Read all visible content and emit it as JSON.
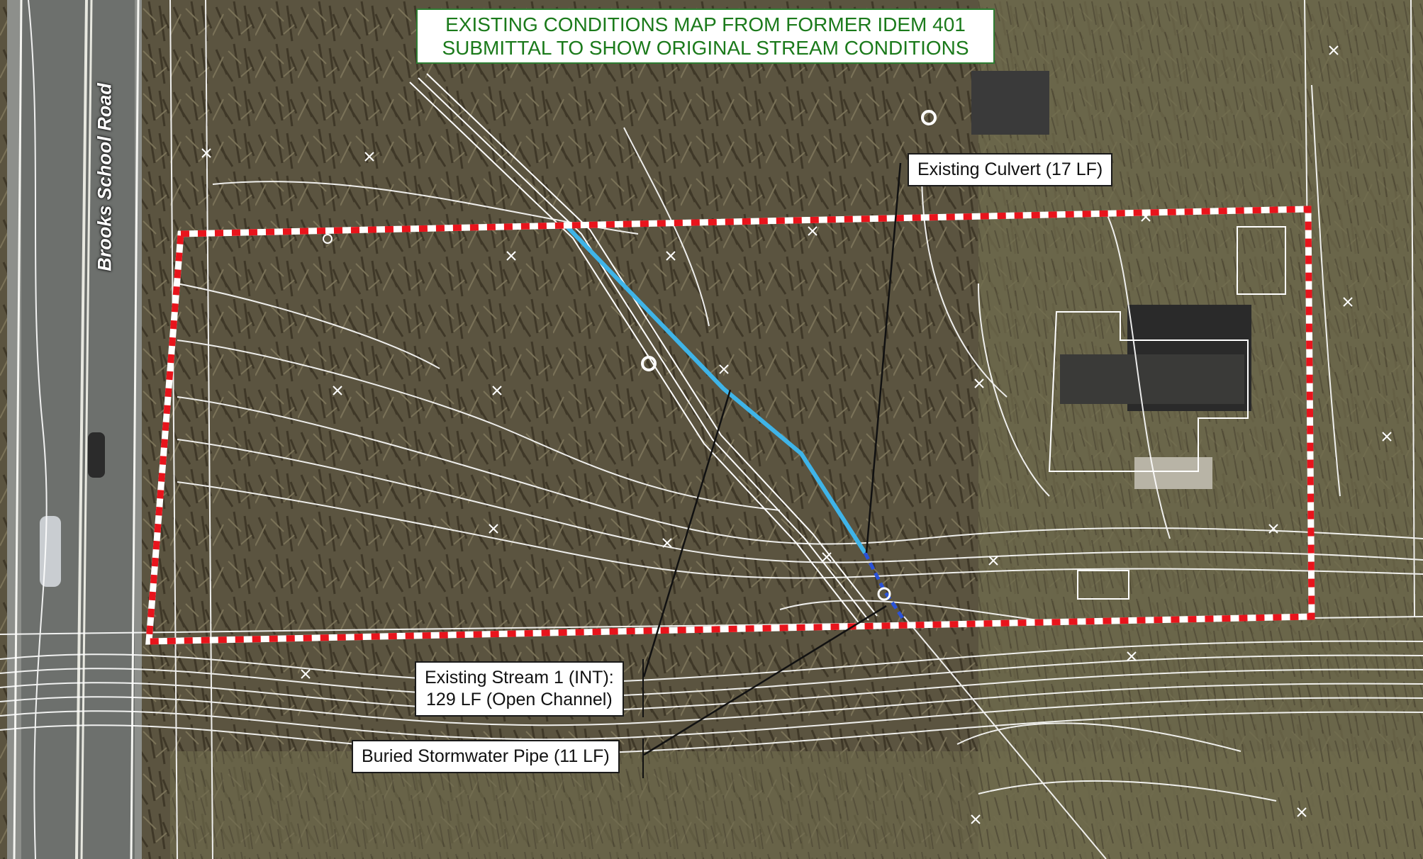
{
  "map": {
    "title_line1": "EXISTING CONDITIONS MAP FROM FORMER IDEM 401",
    "title_line2": "SUBMITTAL TO SHOW ORIGINAL STREAM CONDITIONS",
    "road_name": "Brooks School Road",
    "callouts": {
      "culvert": "Existing Culvert (17 LF)",
      "stream_line1": "Existing Stream 1 (INT):",
      "stream_line2": "129 LF (Open Channel)",
      "pipe": "Buried Stormwater Pipe (11 LF)"
    },
    "colors": {
      "boundary": "#e8141c",
      "stream": "#3fb4e8",
      "pipe": "#2a52d8",
      "contours": "#ffffff",
      "title_text": "#1b7a1b"
    }
  }
}
